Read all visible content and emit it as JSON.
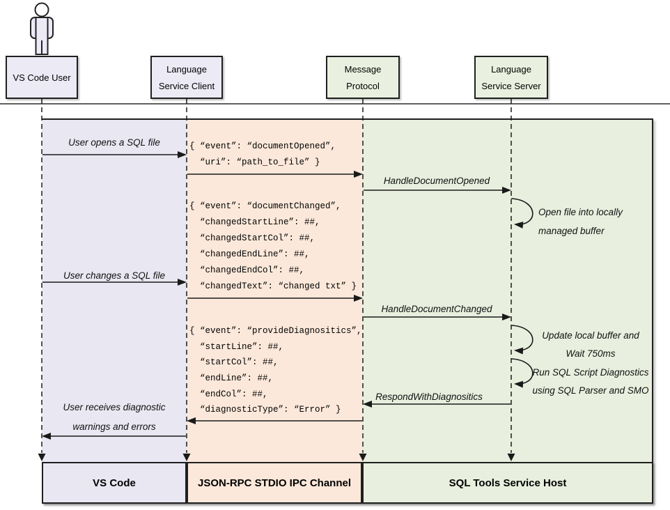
{
  "actors": {
    "user": {
      "label_line1": "VS Code User",
      "label_line2": ""
    },
    "client": {
      "label_line1": "Language",
      "label_line2": "Service Client"
    },
    "protocol": {
      "label_line1": "Message",
      "label_line2": "Protocol"
    },
    "server": {
      "label_line1": "Language",
      "label_line2": "Service Server"
    }
  },
  "footers": {
    "vscode": "VS Code",
    "ipc": "JSON-RPC STDIO IPC Channel",
    "host": "SQL Tools Service Host"
  },
  "labels": {
    "user_opens": "User opens a SQL file",
    "handle_opened": "HandleDocumentOpened",
    "open_file_1": "Open file into locally",
    "open_file_2": "managed buffer",
    "user_changes": "User changes a SQL file",
    "handle_changed": "HandleDocumentChanged",
    "update_1": "Update local buffer and",
    "update_2": "Wait 750ms",
    "run_1": "Run SQL Script Diagnostics",
    "run_2": "using SQL Parser and SMO",
    "respond": "RespondWithDiagnositics",
    "receives_1": "User receives diagnostic",
    "receives_2": "warnings and errors"
  },
  "payloads": {
    "document_opened": {
      "l1": "{ “event”: “documentOpened”,",
      "l2": "“uri”: “path_to_file” }"
    },
    "document_changed": {
      "l1": "{ “event”: “documentChanged”,",
      "l2": "“changedStartLine”: ##,",
      "l3": "“changedStartCol”: ##,",
      "l4": "“changedEndLine”: ##,",
      "l5": "“changedEndCol”: ##,",
      "l6": "“changedText”: “changed txt” }"
    },
    "provide_diagnostics": {
      "l1": "{ “event”: “provideDiagnositics”,",
      "l2": "“startLine”: ##,",
      "l3": "“startCol”: ##,",
      "l4": "“endLine”: ##,",
      "l5": "“endCol”: ##,",
      "l6": "“diagnosticType”: “Error” }"
    }
  },
  "colors": {
    "lane_lavender": "#e8e7f2",
    "lane_peach": "#fbe8da",
    "lane_green": "#e8efde",
    "line": "#1a1a1a"
  }
}
